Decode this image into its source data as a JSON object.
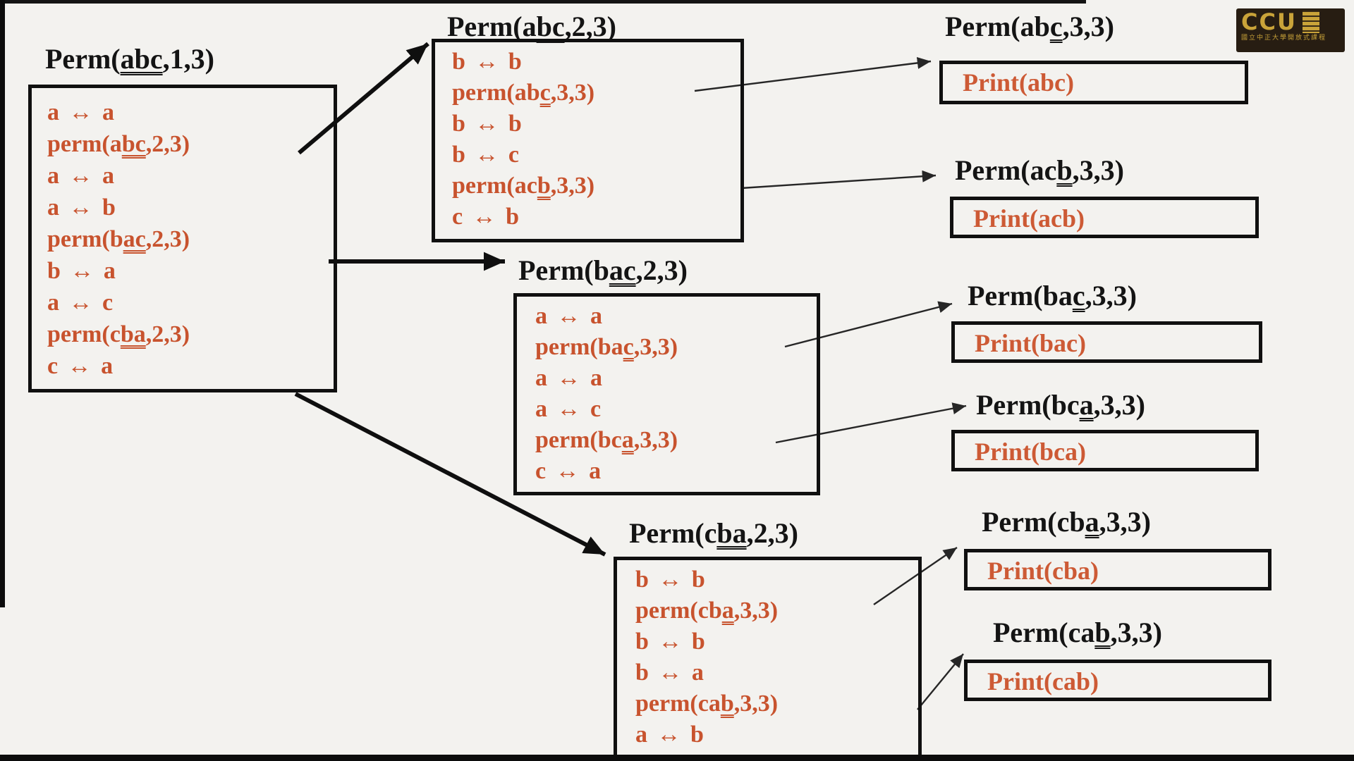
{
  "colors": {
    "background": "#f3f2ef",
    "box_border": "#101010",
    "code_orange": "#c8532e",
    "print_orange": "#cd5a35",
    "title_black": "#141414",
    "logo_gold": "#c9a339",
    "logo_background": "#271d12"
  },
  "call_nodes": [
    {
      "id": "abc13",
      "title": {
        "pre": "Perm(",
        "u": "abc",
        "post": ",1,3)"
      },
      "lines": [
        {
          "pre": "a ↔ a",
          "u": "",
          "post": ""
        },
        {
          "pre": "perm(a",
          "u": "bc",
          "post": ",2,3)"
        },
        {
          "pre": "a ↔ a",
          "u": "",
          "post": ""
        },
        {
          "pre": "a ↔ b",
          "u": "",
          "post": ""
        },
        {
          "pre": "perm(b",
          "u": "ac",
          "post": ",2,3)"
        },
        {
          "pre": "b ↔ a",
          "u": "",
          "post": ""
        },
        {
          "pre": "a ↔ c",
          "u": "",
          "post": ""
        },
        {
          "pre": "perm(c",
          "u": "ba",
          "post": ",2,3)"
        },
        {
          "pre": "c ↔ a",
          "u": "",
          "post": ""
        }
      ]
    },
    {
      "id": "abc23",
      "title": {
        "pre": "Perm(a",
        "u": "bc",
        "post": ",2,3)"
      },
      "lines": [
        {
          "pre": "b ↔ b",
          "u": "",
          "post": ""
        },
        {
          "pre": "perm(ab",
          "u": "c",
          "post": ",3,3)"
        },
        {
          "pre": "b ↔ b",
          "u": "",
          "post": ""
        },
        {
          "pre": "b ↔ c",
          "u": "",
          "post": ""
        },
        {
          "pre": "perm(ac",
          "u": "b",
          "post": ",3,3)"
        },
        {
          "pre": "c ↔ b",
          "u": "",
          "post": ""
        }
      ]
    },
    {
      "id": "bac23",
      "title": {
        "pre": "Perm(b",
        "u": "ac",
        "post": ",2,3)"
      },
      "lines": [
        {
          "pre": "a ↔ a",
          "u": "",
          "post": ""
        },
        {
          "pre": "perm(ba",
          "u": "c",
          "post": ",3,3)"
        },
        {
          "pre": "a ↔ a",
          "u": "",
          "post": ""
        },
        {
          "pre": "a ↔ c",
          "u": "",
          "post": ""
        },
        {
          "pre": "perm(bc",
          "u": "a",
          "post": ",3,3)"
        },
        {
          "pre": "c ↔ a",
          "u": "",
          "post": ""
        }
      ]
    },
    {
      "id": "cba23",
      "title": {
        "pre": "Perm(c",
        "u": "ba",
        "post": ",2,3)"
      },
      "lines": [
        {
          "pre": "b ↔ b",
          "u": "",
          "post": ""
        },
        {
          "pre": "perm(cb",
          "u": "a",
          "post": ",3,3)"
        },
        {
          "pre": "b ↔ b",
          "u": "",
          "post": ""
        },
        {
          "pre": "b ↔ a",
          "u": "",
          "post": ""
        },
        {
          "pre": "perm(ca",
          "u": "b",
          "post": ",3,3)"
        },
        {
          "pre": "a ↔ b",
          "u": "",
          "post": ""
        }
      ]
    }
  ],
  "leaf_nodes": [
    {
      "id": "abc33",
      "title": {
        "pre": "Perm(ab",
        "u": "c",
        "post": ",3,3)"
      },
      "print": "Print(abc)"
    },
    {
      "id": "acb33",
      "title": {
        "pre": "Perm(ac",
        "u": "b",
        "post": ",3,3)"
      },
      "print": "Print(acb)"
    },
    {
      "id": "bac33",
      "title": {
        "pre": "Perm(ba",
        "u": "c",
        "post": ",3,3)"
      },
      "print": "Print(bac)"
    },
    {
      "id": "bca33",
      "title": {
        "pre": "Perm(bc",
        "u": "a",
        "post": ",3,3)"
      },
      "print": "Print(bca)"
    },
    {
      "id": "cba33",
      "title": {
        "pre": "Perm(cb",
        "u": "a",
        "post": ",3,3)"
      },
      "print": "Print(cba)"
    },
    {
      "id": "cab33",
      "title": {
        "pre": "Perm(ca",
        "u": "b",
        "post": ",3,3)"
      },
      "print": "Print(cab)"
    }
  ],
  "logo": {
    "text": "CCU",
    "subtitle": "國立中正大學開放式課程"
  }
}
